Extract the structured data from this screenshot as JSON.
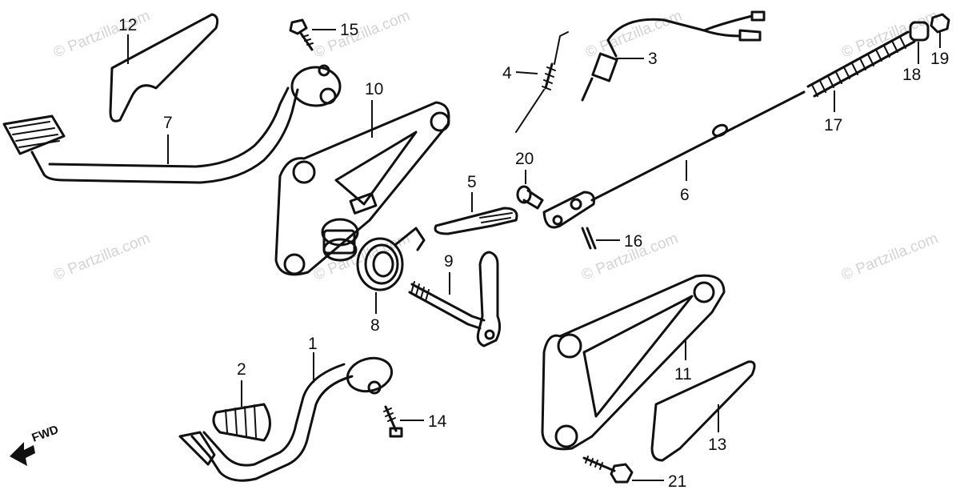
{
  "watermark": "© Partzilla.com",
  "direction_label": "FWD",
  "callouts": {
    "c1": "1",
    "c2": "2",
    "c3": "3",
    "c4": "4",
    "c5": "5",
    "c6": "6",
    "c7": "7",
    "c8": "8",
    "c9": "9",
    "c10": "10",
    "c11": "11",
    "c12": "12",
    "c13": "13",
    "c14": "14",
    "c15": "15",
    "c16": "16",
    "c17": "17",
    "c18": "18",
    "c19": "19",
    "c20": "20",
    "c21": "21"
  },
  "colors": {
    "ink": "#111111",
    "watermark": "#d4d4d4",
    "background": "#ffffff"
  }
}
